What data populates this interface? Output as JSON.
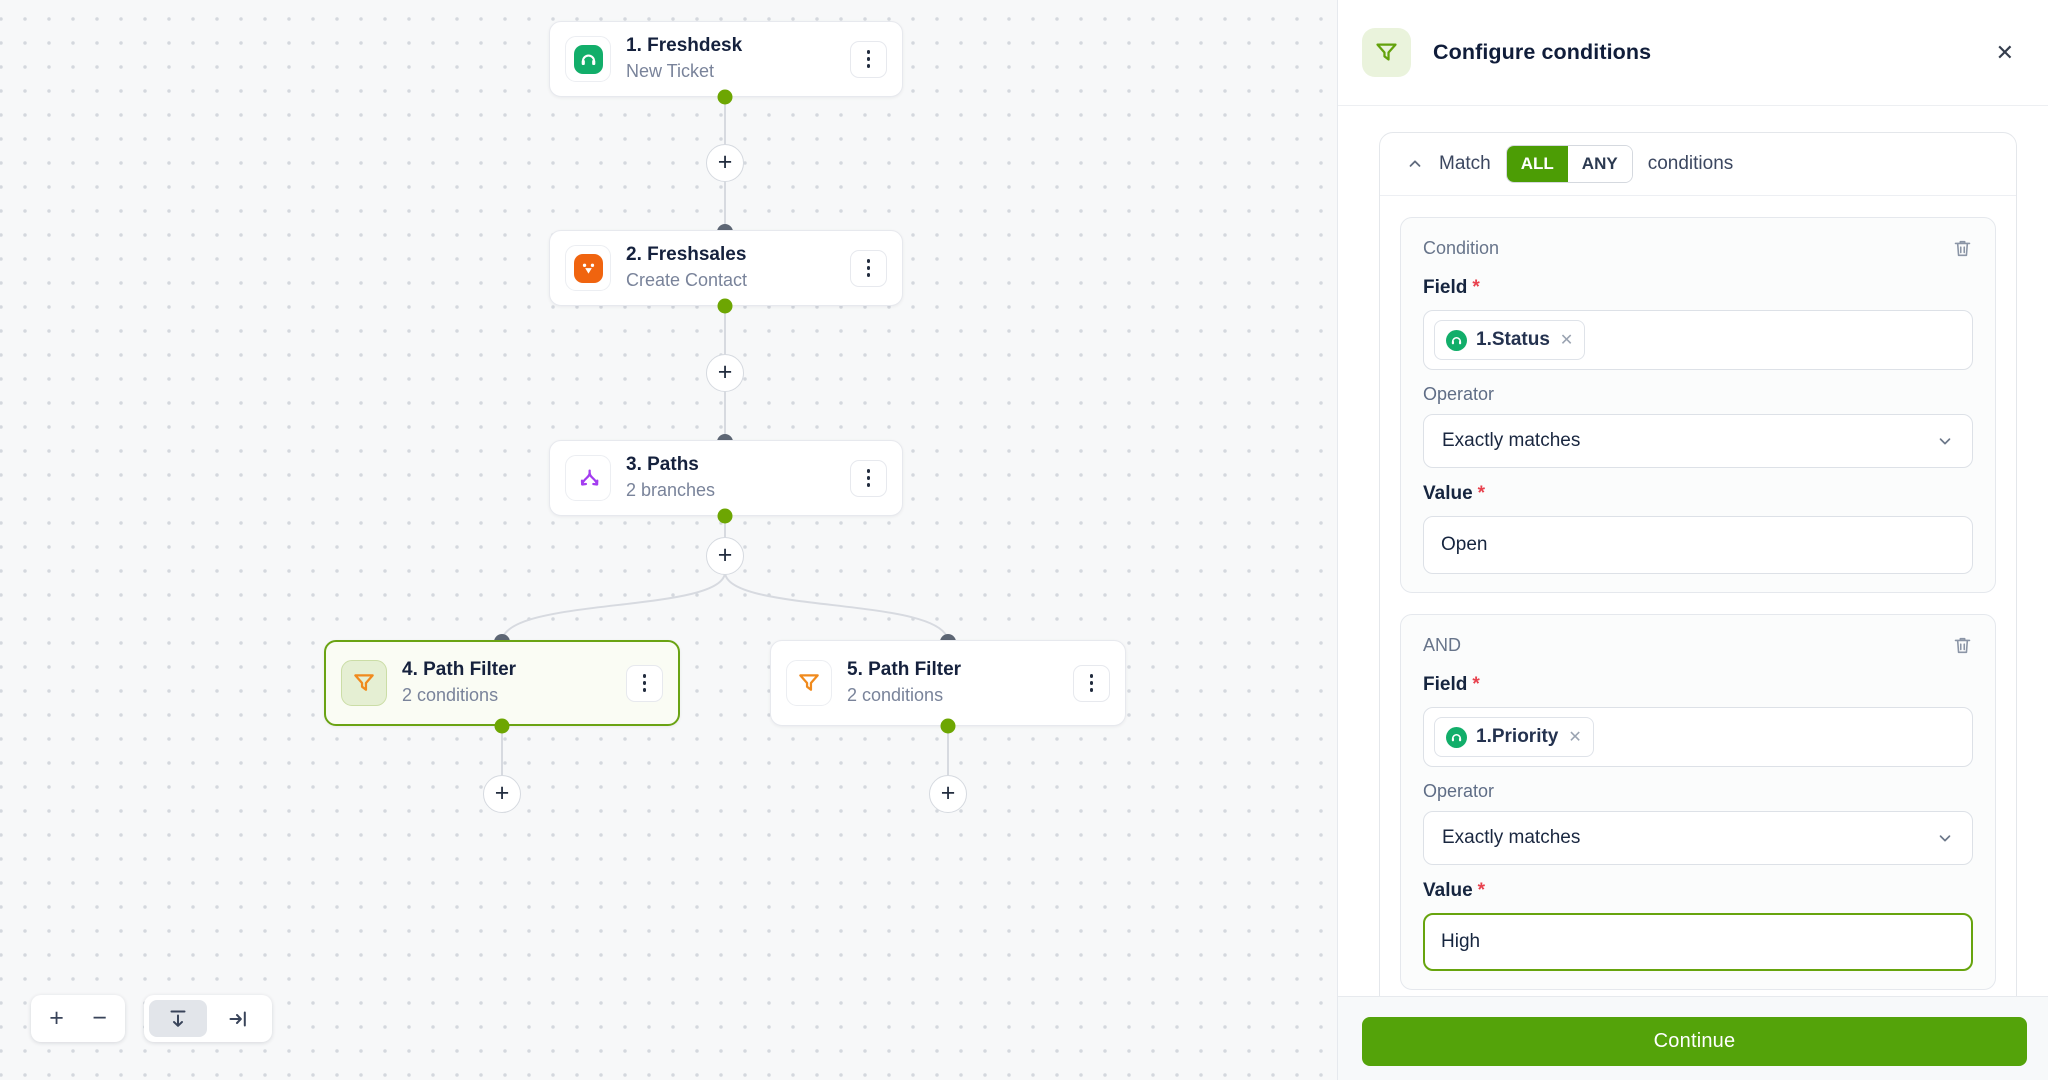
{
  "canvas": {
    "nodes": [
      {
        "title": "1. Freshdesk",
        "subtitle": "New Ticket"
      },
      {
        "title": "2. Freshsales",
        "subtitle": "Create Contact"
      },
      {
        "title": "3. Paths",
        "subtitle": "2 branches"
      },
      {
        "title": "4. Path Filter",
        "subtitle": "2 conditions"
      },
      {
        "title": "5. Path Filter",
        "subtitle": "2 conditions"
      }
    ],
    "add_button_glyph": "+",
    "zoom_in_glyph": "+",
    "zoom_out_glyph": "−"
  },
  "panel": {
    "title": "Configure conditions",
    "close_glyph": "✕",
    "match": {
      "prefix": "Match",
      "all": "ALL",
      "any": "ANY",
      "selected": "ALL",
      "suffix": "conditions"
    },
    "conditions": [
      {
        "label": "Condition",
        "field_label": "Field",
        "required_mark": "*",
        "chip": "1.Status",
        "chip_remove_glyph": "✕",
        "operator_label": "Operator",
        "operator_value": "Exactly matches",
        "value_label": "Value",
        "value": "Open"
      },
      {
        "label": "AND",
        "field_label": "Field",
        "required_mark": "*",
        "chip": "1.Priority",
        "chip_remove_glyph": "✕",
        "operator_label": "Operator",
        "operator_value": "Exactly matches",
        "value_label": "Value",
        "value": "High"
      }
    ],
    "continue_label": "Continue"
  },
  "colors": {
    "accent_green": "#54a30a",
    "toggle_green": "#4c9d05",
    "selection_green": "#6aa313",
    "connector_green": "#6da602",
    "freshdesk_green": "#12ae6a",
    "freshsales_orange": "#f0640f",
    "paths_purple": "#a33cf0",
    "funnel_orange": "#f08a1d",
    "danger_red": "#e8414d"
  }
}
